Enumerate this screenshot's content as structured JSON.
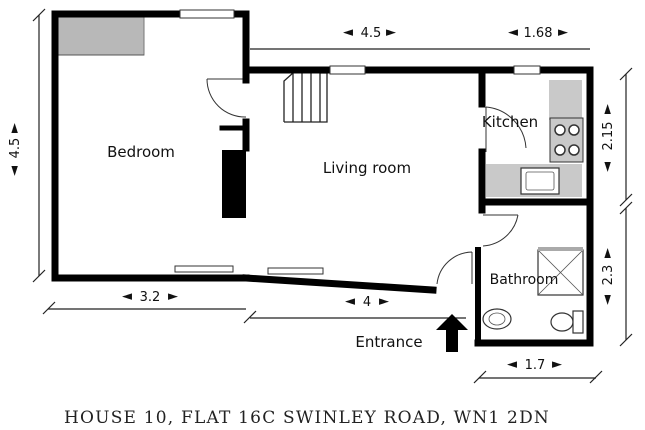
{
  "rooms": {
    "bedroom": "Bedroom",
    "living_room": "Living room",
    "kitchen": "Kitchen",
    "bathroom": "Bathroom"
  },
  "entrance_label": "Entrance",
  "dimensions": {
    "bedroom_height": "4.5",
    "bedroom_width": "3.2",
    "living_top": "4.5",
    "kitchen_width": "1.68",
    "kitchen_height": "2.15",
    "living_bottom": "4",
    "bathroom_height": "2.3",
    "bathroom_width": "1.7"
  },
  "address": "HOUSE 10, FLAT 16C SWINLEY ROAD, WN1 2DN"
}
